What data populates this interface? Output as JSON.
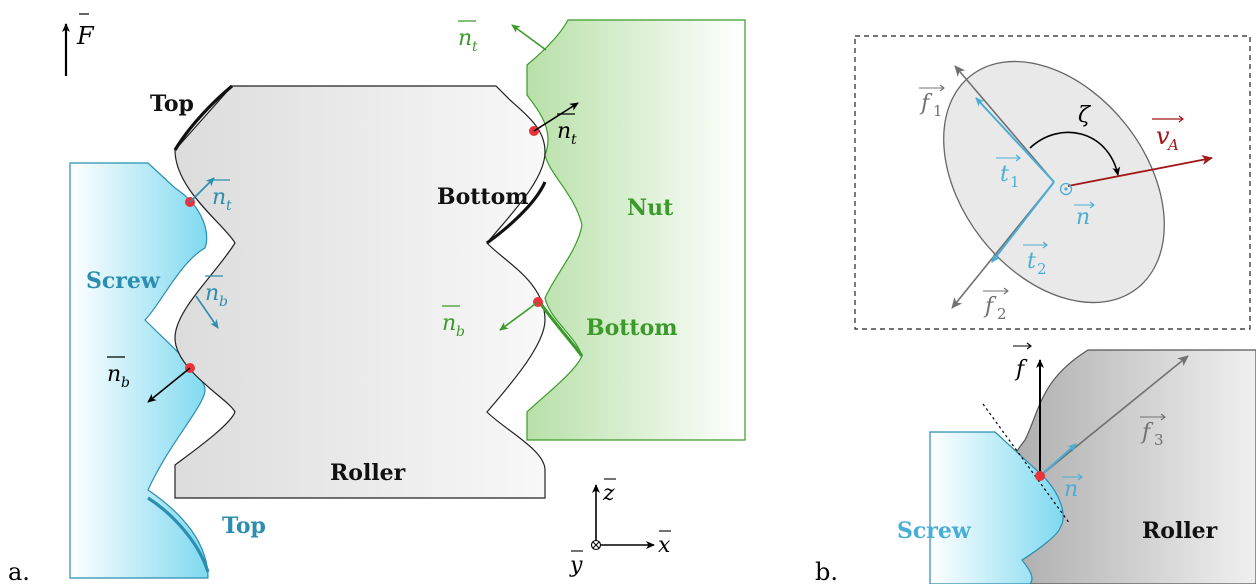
{
  "panel_a": {
    "label": "a.",
    "force": "F",
    "parts": {
      "screw": "Screw",
      "nut": "Nut",
      "roller": "Roller"
    },
    "flanks": {
      "top": "Top",
      "bottom": "Bottom"
    },
    "normals": {
      "tangential": "n",
      "tangential_sub": "t",
      "bottom": "n",
      "bottom_sub": "b"
    },
    "axes": {
      "z": "z",
      "x": "x",
      "y": "y"
    }
  },
  "panel_b": {
    "label": "b.",
    "f1": "f",
    "f1_sub": "1",
    "f2": "f",
    "f2_sub": "2",
    "f3": "f",
    "f3_sub": "3",
    "t1": "t",
    "t1_sub": "1",
    "t2": "t",
    "t2_sub": "2",
    "n": "n",
    "f": "f",
    "zeta": "ζ",
    "va": "v",
    "va_sub": "A",
    "screw": "Screw",
    "roller": "Roller"
  },
  "colors": {
    "screw": "#2b8db0",
    "screw_fill": "#7fd9f0",
    "nut": "#3a9a2a",
    "nut_fill": "#b8e0a8",
    "contact": "#e8333a",
    "va": "#a01818",
    "gray": "#707070"
  }
}
